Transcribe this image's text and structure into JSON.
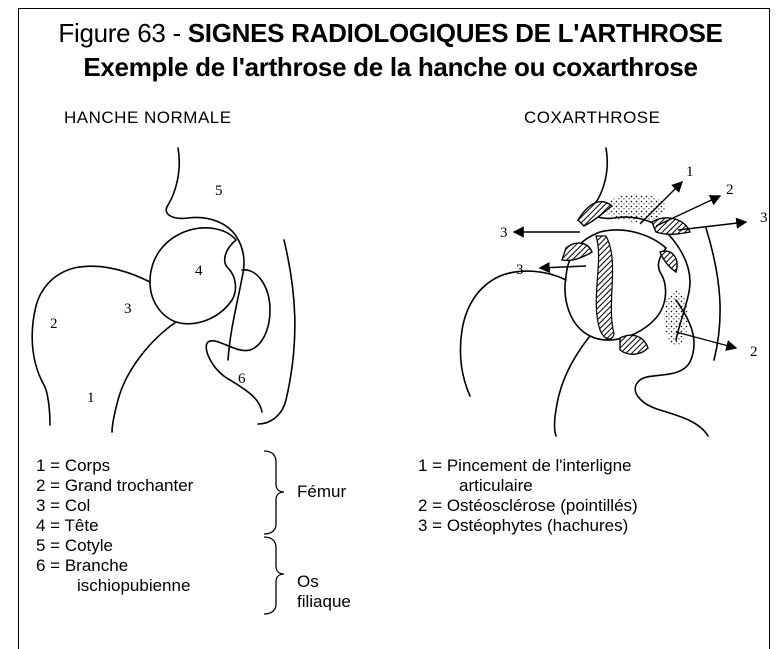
{
  "title": {
    "prefix": "Figure 63 - ",
    "main": "SIGNES RADIOLOGIQUES DE L'ARTHROSE",
    "subtitle": "Exemple de l'arthrose de la hanche ou coxarthrose"
  },
  "left": {
    "heading": "HANCHE NORMALE",
    "labels": [
      "1",
      "2",
      "3",
      "4",
      "5",
      "6"
    ]
  },
  "right": {
    "heading": "COXARTHROSE",
    "labels": [
      "1",
      "2",
      "3",
      "3",
      "3",
      "2"
    ]
  },
  "legend_left": {
    "rows": [
      "1  =  Corps",
      "2  =  Grand trochanter",
      "3  =  Col",
      "4  =  Tête",
      "5  =  Cotyle",
      "6  =  Branche",
      "ischiopubienne"
    ],
    "group1": "Fémur",
    "group2_line1": "Os",
    "group2_line2": "filiaque"
  },
  "legend_right": {
    "rows": [
      "1  =  Pincement de l'interligne",
      "articulaire",
      "2  =  Ostéosclérose (pointillés)",
      "3  =  Ostéophytes (hachures)"
    ]
  }
}
